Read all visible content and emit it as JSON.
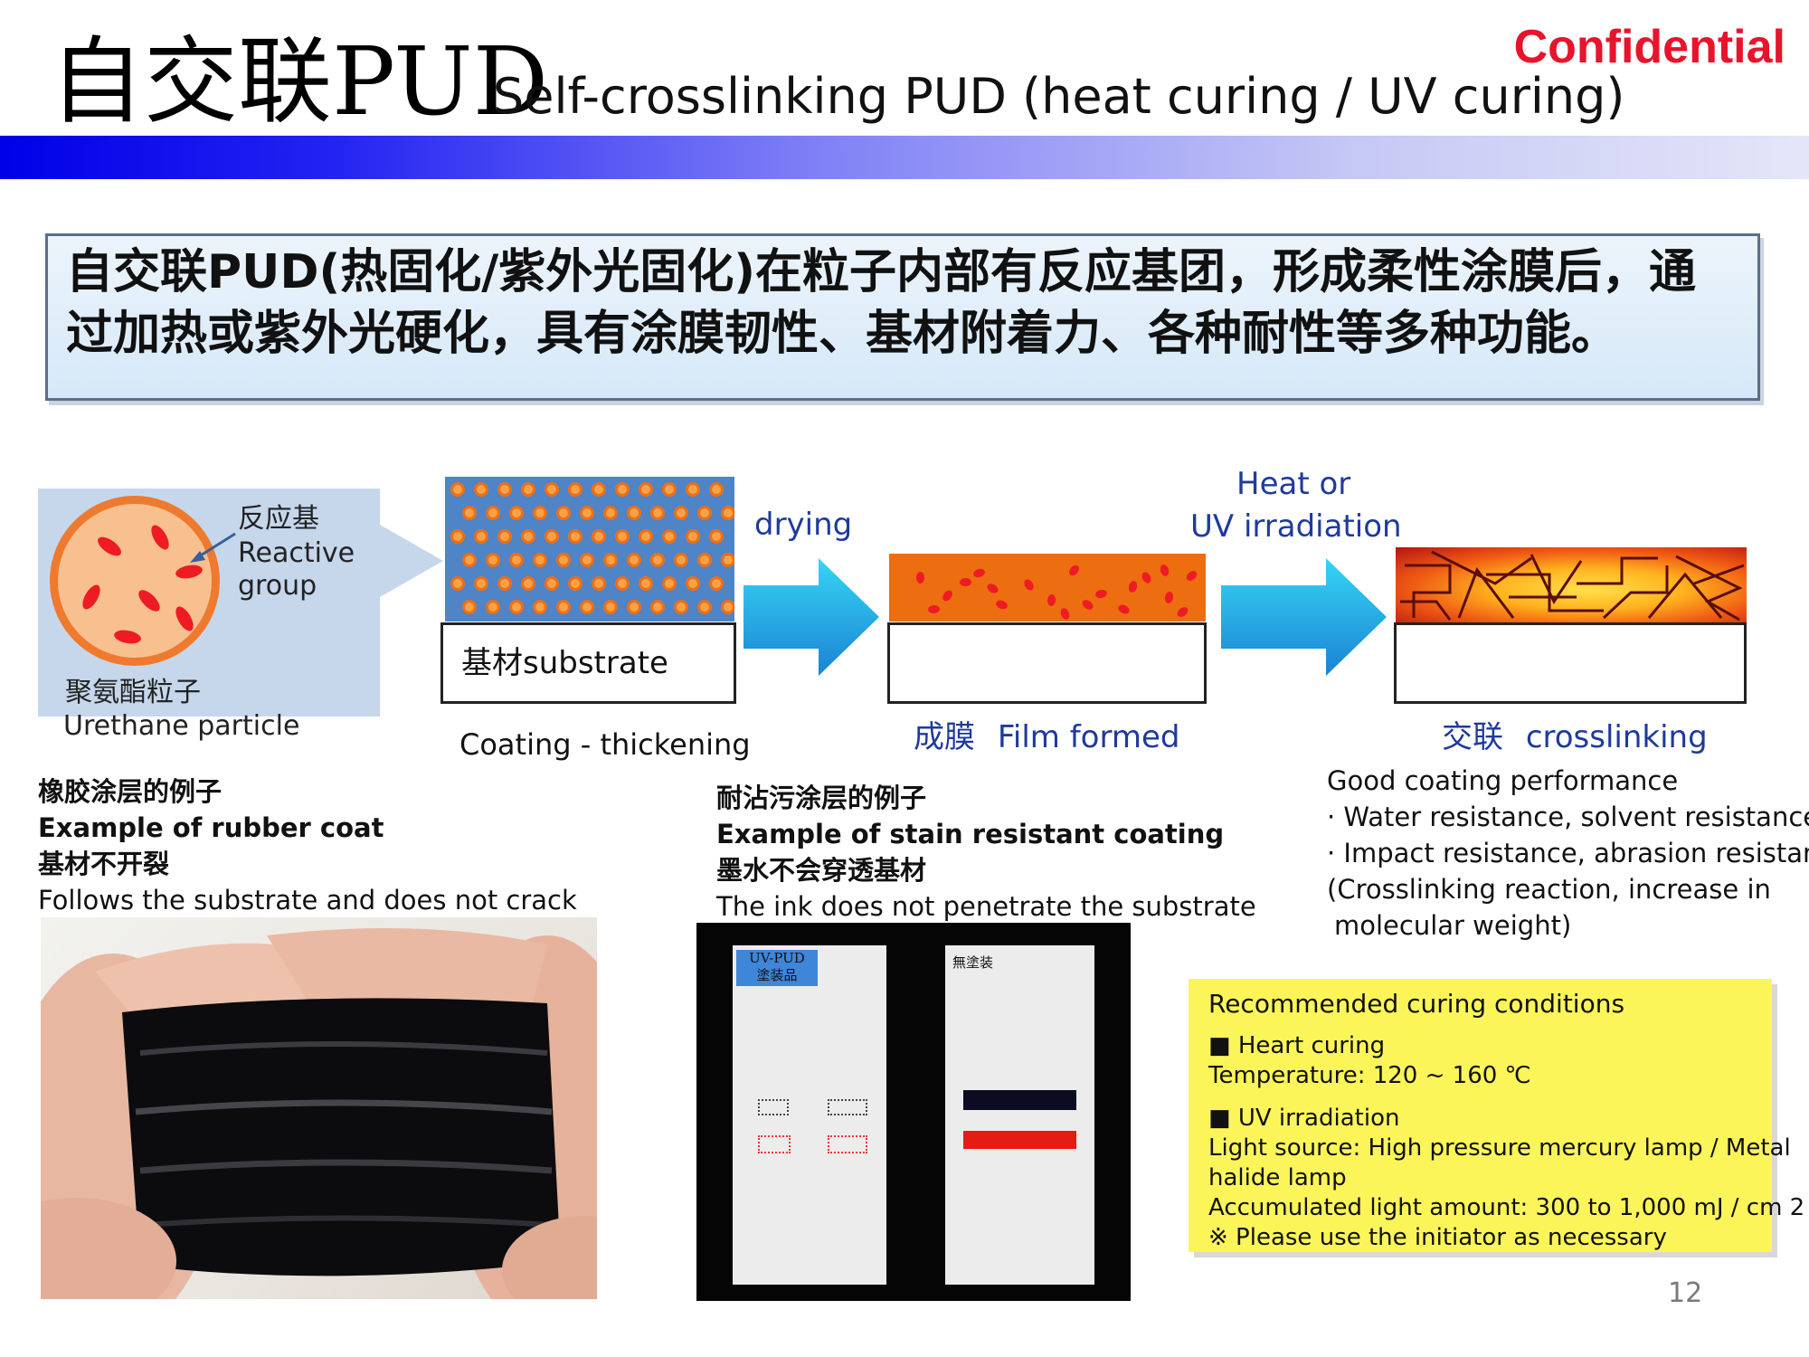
{
  "header": {
    "title_cn": "自交联PUD",
    "title_en": "Self-crosslinking PUD (heat curing / UV curing)",
    "confidential": "Confidential"
  },
  "summary": {
    "line1": "自交联PUD(热固化/紫外光固化)在粒子内部有反应基团，形成柔性涂膜后，通",
    "line2": "过加热或紫外光硬化，具有涂膜韧性、基材附着力、各种耐性等多种功能。"
  },
  "diagram": {
    "particle_label_cn": "聚氨酯粒子",
    "particle_label_en": "Urethane particle",
    "reactive_cn": "反应基",
    "reactive_en_1": "Reactive",
    "reactive_en_2": "group",
    "substrate_label": "基材substrate",
    "stage1_caption": "Coating - thickening",
    "drying_label": "drying",
    "heat_label_1": "Heat or",
    "heat_label_2": "UV irradiation",
    "stage2_caption_cn": "成膜",
    "stage2_caption_en": "Film formed",
    "stage3_caption_cn": "交联",
    "stage3_caption_en": "crosslinking"
  },
  "performance": {
    "title": "Good coating performance",
    "item1": "· Water resistance, solvent resistance",
    "item2": "· Impact resistance, abrasion resistance",
    "note1": "(Crosslinking reaction, increase in",
    "note2": "molecular weight)"
  },
  "rubber_example": {
    "title_cn": "橡胶涂层的例子",
    "title_en": "Example of rubber coat",
    "sub_cn": "基材不开裂",
    "sub_en": "Follows the substrate and does not crack"
  },
  "stain_example": {
    "title_cn": "耐沾污涂层的例子",
    "title_en": "Example of stain resistant coating",
    "sub_cn": "墨水不会穿透基材",
    "sub_en": "The ink does not penetrate the substrate",
    "panel_left_label_1": "UV-PUD",
    "panel_left_label_2": "塗装品",
    "panel_right_label": "無塗装"
  },
  "curing": {
    "title": "Recommended curing conditions",
    "heat_heading": "■ Heart curing",
    "heat_temp": "Temperature: 120 ~ 160 ℃",
    "uv_heading": "■ UV irradiation",
    "uv_source_1": "Light source: High pressure mercury lamp / Metal",
    "uv_source_2": "halide lamp",
    "uv_amount": "Accumulated light amount: 300 to 1,000 mJ / cm 2",
    "uv_note": "※ Please use the initiator as necessary"
  },
  "page_number": "12",
  "colors": {
    "confidential": "#e8142c",
    "title_bar_start": "#0000e8",
    "title_bar_end": "#e4e6f8",
    "caption_blue": "#1e3a9c",
    "yellow_box": "#fbf55a",
    "particle_orange": "#ee7a2f",
    "film_orange": "#ec6e10",
    "arrow_cyan": "#1aa6e3"
  }
}
